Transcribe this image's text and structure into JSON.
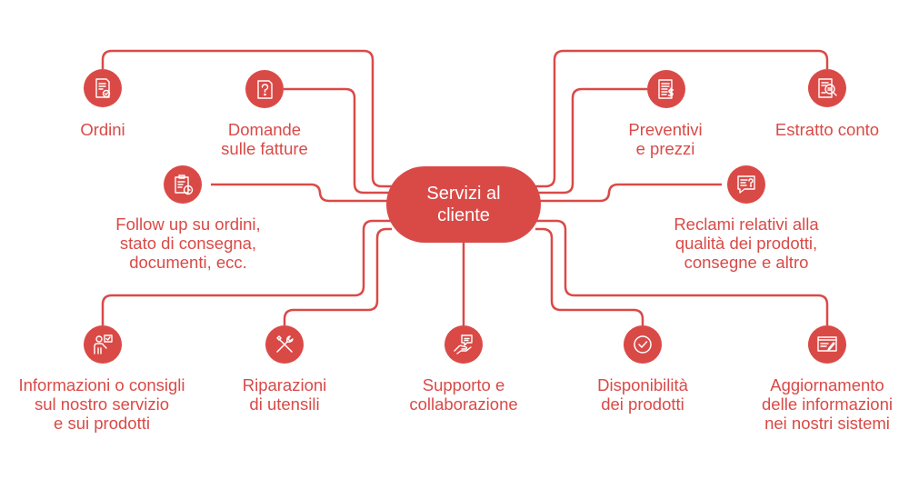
{
  "diagram": {
    "accent_color": "#d94a47",
    "hub": {
      "line1": "Servizi al",
      "line2": "cliente"
    },
    "nodes": [
      {
        "id": "ordini",
        "icon": "order-document-icon",
        "lines": [
          "Ordini"
        ]
      },
      {
        "id": "domande-fatture",
        "icon": "invoice-question-icon",
        "lines": [
          "Domande",
          "sulle fatture"
        ]
      },
      {
        "id": "follow-up",
        "icon": "clipboard-clock-icon",
        "lines": [
          "Follow up su ordini,",
          "stato di consegna,",
          "documenti, ecc."
        ]
      },
      {
        "id": "preventivi",
        "icon": "price-list-icon",
        "lines": [
          "Preventivi",
          "e prezzi"
        ]
      },
      {
        "id": "estratto-conto",
        "icon": "account-statement-icon",
        "lines": [
          "Estratto conto"
        ]
      },
      {
        "id": "reclami",
        "icon": "complaint-chat-icon",
        "lines": [
          "Reclami relativi alla",
          "qualità dei prodotti,",
          "consegne e altro"
        ]
      },
      {
        "id": "informazioni",
        "icon": "person-advice-icon",
        "lines": [
          "Informazioni o consigli",
          "sul nostro servizio",
          "e sui prodotti"
        ]
      },
      {
        "id": "riparazioni",
        "icon": "tools-repair-icon",
        "lines": [
          "Riparazioni",
          "di utensili"
        ]
      },
      {
        "id": "supporto",
        "icon": "support-collaboration-icon",
        "lines": [
          "Supporto e",
          "collaborazione"
        ]
      },
      {
        "id": "disponibilita",
        "icon": "check-circle-icon",
        "lines": [
          "Disponibilità",
          "dei prodotti"
        ]
      },
      {
        "id": "aggiornamento",
        "icon": "system-update-icon",
        "lines": [
          "Aggiornamento",
          "delle informazioni",
          "nei nostri sistemi"
        ]
      }
    ]
  }
}
